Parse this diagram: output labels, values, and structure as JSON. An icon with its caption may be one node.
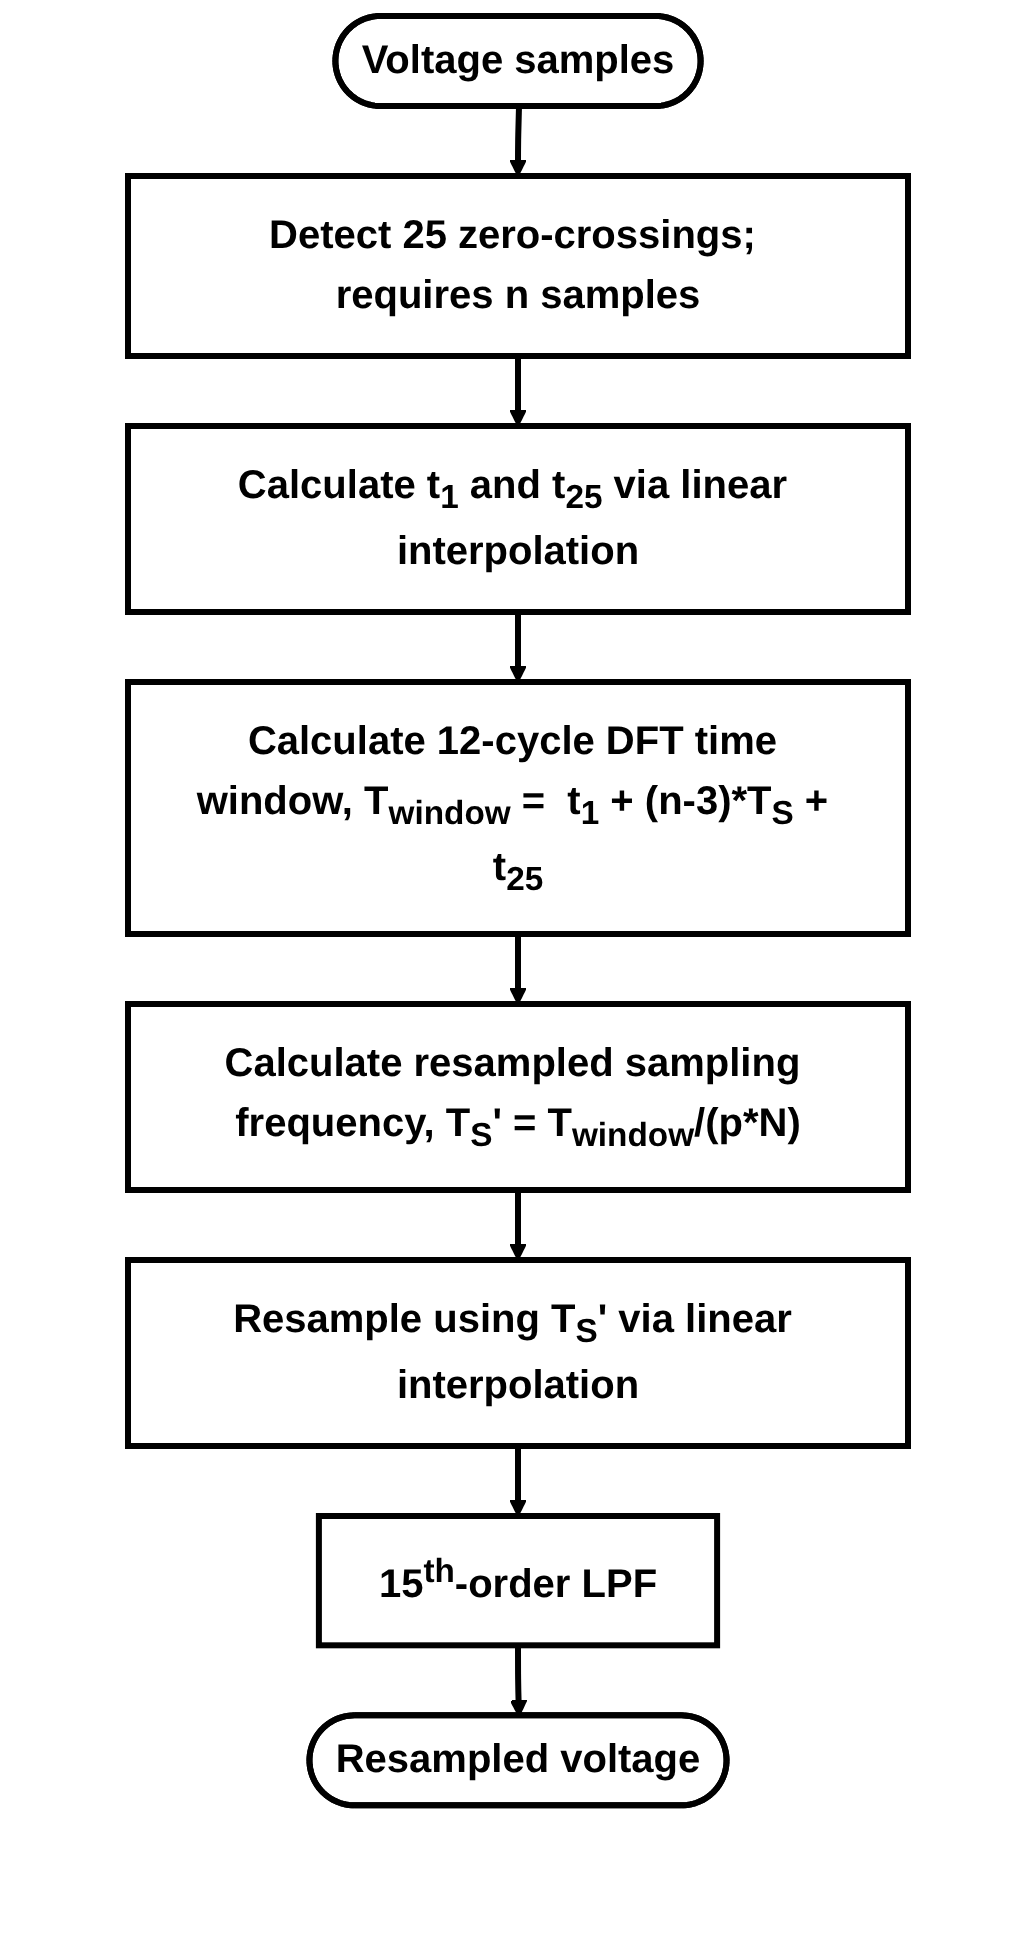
{
  "diagram": {
    "nodes": [
      {
        "text": [
          "Voltage samples"
        ]
      },
      {
        "text": [
          "Detect 25 zero-crossings; requires n samples"
        ]
      },
      {
        "text": [
          "Calculate t$_{1}$ and t$_{25}$ via linear interpolation"
        ]
      },
      {
        "text": [
          "Calculate 12-cycle DFT time window, T$_{window}$ =  t$_{1}$ + (n-3)*T$_{S}$ + t$_{25}$"
        ]
      },
      {
        "text": [
          "Calculate resampled sampling frequency, T$_{S}$' = T$_{window}$/(p*N)"
        ]
      },
      {
        "text": [
          "Resample using T$_{S}$' via linear interpolation"
        ]
      },
      {
        "text": [
          "15$^{th}$-order LPF"
        ]
      },
      {
        "text": [
          "Resampled voltage"
        ]
      }
    ],
    "edges": [
      {
        "from": 0,
        "to": 1,
        "arrow": "to"
      },
      {
        "from": 1,
        "to": 2,
        "arrow": "to"
      },
      {
        "from": 2,
        "to": 3,
        "arrow": "to"
      },
      {
        "from": 3,
        "to": 4,
        "arrow": "to"
      },
      {
        "from": 4,
        "to": 5,
        "arrow": "to"
      },
      {
        "from": 5,
        "to": 6,
        "arrow": "to"
      },
      {
        "from": 6,
        "to": 7,
        "arrow": "to"
      }
    ]
  }
}
